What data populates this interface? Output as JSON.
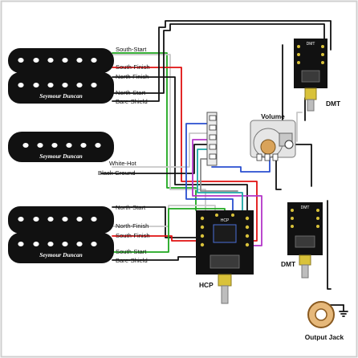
{
  "diagram": {
    "pickups": [
      {
        "brand": "Seymour Duncan",
        "wires": {
          "south_start": "South-Start",
          "south_finish": "South-Finish",
          "north_finish": "North-Finish",
          "north_start": "North-Start",
          "bare_shield": "Bare-Shield"
        }
      },
      {
        "brand": "Seymour Duncan",
        "wires": {
          "white_hot": "White-Hot",
          "black_ground": "Black-Ground"
        }
      },
      {
        "brand": "Seymour Duncan",
        "wires": {
          "north_start": "North-Start",
          "north_finish": "North-Finish",
          "south_finish": "South-Finish",
          "south_start": "South-Start",
          "bare_shield": "Bare-Shield"
        }
      }
    ],
    "volume_label": "Volume",
    "dmt_top_label": "DMT",
    "dmt_bottom_label": "DMT",
    "hcp_label": "HCP",
    "hcp_board_text": "HCP",
    "dmt_chip_text": "DMT",
    "output_jack_label": "Output Jack",
    "wire_colors": {
      "red": "#e01010",
      "green": "#1fa81f",
      "white": "#c8c8c8",
      "black": "#111111",
      "blue": "#2a4fd0",
      "purple": "#b234c8",
      "teal": "#1aa6a6",
      "gray": "#8a8a8a"
    }
  }
}
